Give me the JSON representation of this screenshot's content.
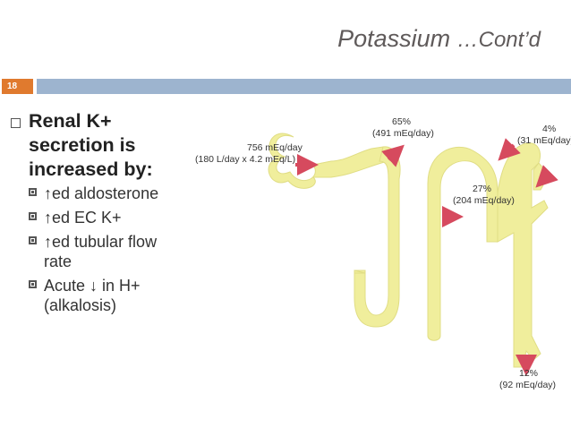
{
  "title": {
    "main": "Potassium ",
    "suffix": "…Cont’d"
  },
  "slide_number": "18",
  "content": {
    "main_bullet": "Renal K+ secretion is increased by:",
    "sub_bullets": [
      {
        "arrow": "↑",
        "text": "ed aldosterone"
      },
      {
        "arrow": "↑",
        "text": "ed EC K+"
      },
      {
        "arrow": "↑",
        "text": "ed tubular flow rate"
      },
      {
        "arrow": "",
        "text": "Acute ↓ in H+ (alkalosis)"
      }
    ]
  },
  "diagram": {
    "filtered_load": {
      "line1": "756 mEq/day",
      "line2": "(180 L/day x 4.2 mEq/L)"
    },
    "proximal": {
      "line1": "65%",
      "line2": "(491 mEq/day)"
    },
    "distal": {
      "line1": "4%",
      "line2": "(31 mEq/day)"
    },
    "loop": {
      "line1": "27%",
      "line2": "(204 mEq/day)"
    },
    "excreted": {
      "line1": "12%",
      "line2": "(92 mEq/day)"
    },
    "colors": {
      "tubule": "#f0ee9c",
      "tubule_edge": "#d9d67a",
      "arrow": "#d64a5e"
    }
  }
}
